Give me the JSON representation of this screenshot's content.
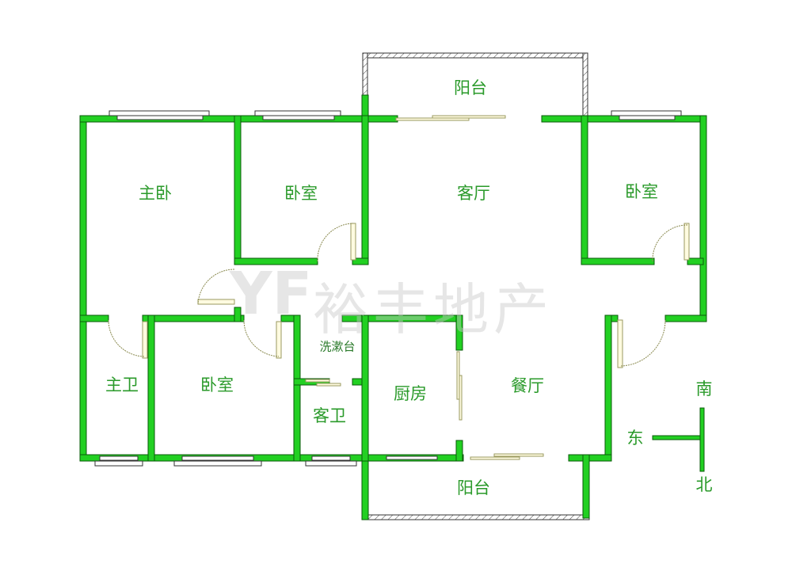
{
  "rooms": {
    "master_bedroom": "主卧",
    "bedroom_north": "卧室",
    "living_room": "客厅",
    "bedroom_east": "卧室",
    "balcony_top": "阳台",
    "master_bath": "主卫",
    "bedroom_south": "卧室",
    "wash_basin": "洗漱台",
    "guest_bath": "客卫",
    "kitchen": "厨房",
    "dining_room": "餐厅",
    "balcony_bottom": "阳台"
  },
  "compass": {
    "south": "南",
    "east": "东",
    "north": "北"
  },
  "watermark": {
    "logo": "YF",
    "text": "裕丰地产"
  },
  "colors": {
    "wall": "#22d022",
    "label": "#2a9a2a"
  }
}
